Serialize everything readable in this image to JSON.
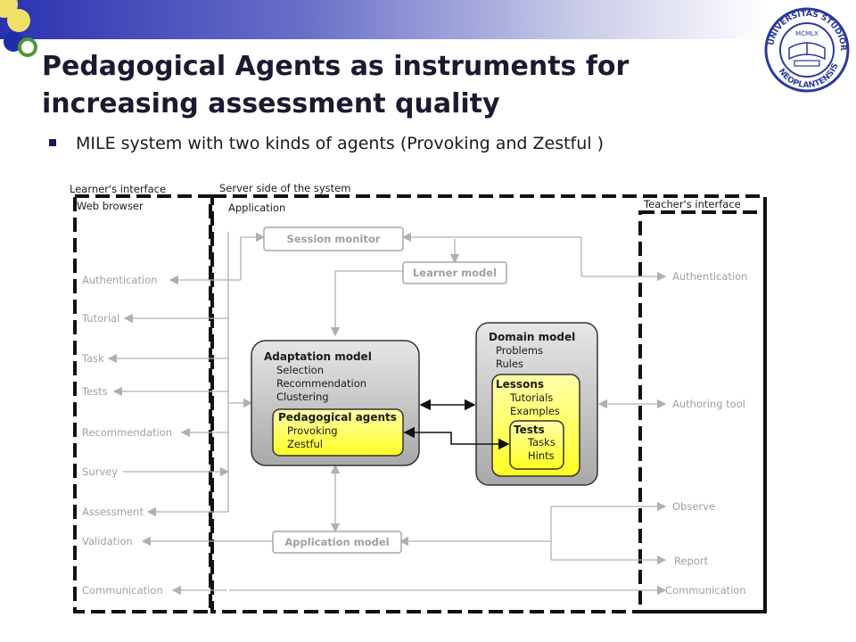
{
  "slide": {
    "title_line1": "Pedagogical Agents as instruments for",
    "title_line2": "increasing assessment quality",
    "bullet": "MILE system with two kinds of agents (Provoking and Zestful )"
  },
  "logo": {
    "text": "UNIVERSITAS STUDIORUM NEOPLANTENSIS",
    "year": "MCMLX",
    "color": "#2b3a9b"
  },
  "diagram": {
    "learner_interface": {
      "title": "Learner's interface",
      "subtitle": "Web browser"
    },
    "server_side": {
      "title": "Server side of the system",
      "subtitle": "Application"
    },
    "teacher_interface": {
      "title": "Teacher's interface"
    },
    "left_items": [
      "Authentication",
      "Tutorial",
      "Task",
      "Tests",
      "Recommendation",
      "Survey",
      "Assessment",
      "Validation",
      "Communication"
    ],
    "right_items": [
      "Authentication",
      "Authoring tool",
      "Observe",
      "Report",
      "Communication"
    ],
    "session_monitor": "Session monitor",
    "learner_model": "Learner model",
    "application_model": "Application model",
    "adaptation_model": {
      "title": "Adaptation model",
      "items": [
        "Selection",
        "Recommendation",
        "Clustering"
      ]
    },
    "pedagogical_agents": {
      "title": "Pedagogical agents",
      "items": [
        "Provoking",
        "Zestful"
      ]
    },
    "domain_model": {
      "title": "Domain model",
      "items": [
        "Problems",
        "Rules"
      ]
    },
    "lessons": {
      "title": "Lessons",
      "items": [
        "Tutorials",
        "Examples"
      ]
    },
    "tests": {
      "title": "Tests",
      "items": [
        "Tasks",
        "Hints"
      ]
    },
    "colors": {
      "agent_fill": "#ffff33",
      "gray_line": "#b0b0b0"
    }
  }
}
